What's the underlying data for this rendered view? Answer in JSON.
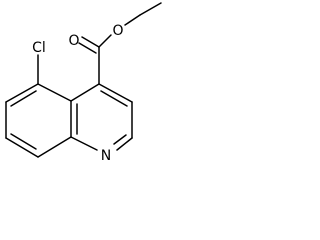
{
  "molecule": {
    "atoms": {
      "chlorine": "Cl",
      "carbonyl_oxygen": "O",
      "ester_oxygen": "O",
      "ring_nitrogen": "N"
    },
    "colors": {
      "bond": "#000000",
      "label": "#000000",
      "background": "#ffffff"
    }
  }
}
